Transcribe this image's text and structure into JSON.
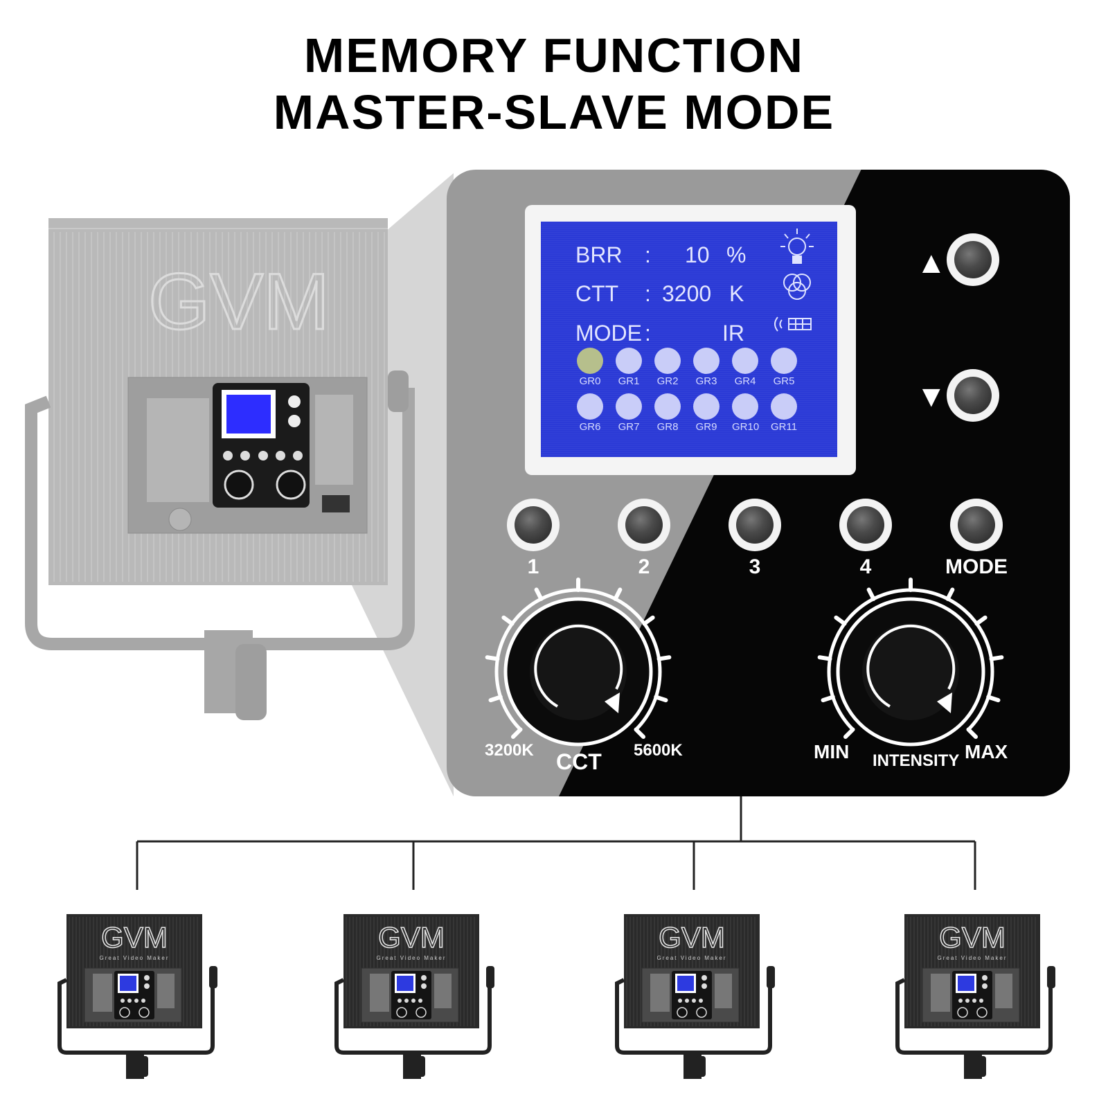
{
  "heading": {
    "line1": "MEMORY FUNCTION",
    "line2": "MASTER-SLAVE MODE"
  },
  "brand": {
    "logo": "GVM",
    "tagline": "Great Video Maker"
  },
  "lcd": {
    "brr_label": "BRR",
    "brr_sep": ":",
    "brr_value": "10",
    "brr_unit": "%",
    "ctt_label": "CTT",
    "ctt_sep": ":",
    "ctt_value": "3200",
    "ctt_unit": "K",
    "mode_label": "MODE",
    "mode_sep": ":",
    "mode_value": "IR",
    "groups": [
      "GR0",
      "GR1",
      "GR2",
      "GR3",
      "GR4",
      "GR5",
      "GR6",
      "GR7",
      "GR8",
      "GR9",
      "GR10",
      "GR11"
    ],
    "active_group": "GR0",
    "icons": [
      "bulb-icon",
      "color-wheel-icon",
      "wireless-remote-icon"
    ]
  },
  "buttons": {
    "up_icon": "▲",
    "down_icon": "▼",
    "preset_labels": [
      "1",
      "2",
      "3",
      "4"
    ],
    "mode_label": "MODE"
  },
  "knobs": {
    "cct": {
      "label": "CCT",
      "min": "3200K",
      "max": "5600K"
    },
    "intensity": {
      "label": "INTENSITY",
      "min": "MIN",
      "max": "MAX"
    }
  },
  "slaves": [
    {
      "logo": "GVM",
      "tagline": "Great Video Maker"
    },
    {
      "logo": "GVM",
      "tagline": "Great Video Maker"
    },
    {
      "logo": "GVM",
      "tagline": "Great Video Maker"
    },
    {
      "logo": "GVM",
      "tagline": "Great Video Maker"
    }
  ],
  "colors": {
    "lcd": "#2b3ad6",
    "panel_dark": "#060606",
    "panel_light": "#9a9a9a",
    "active_group": "#b6bf8c"
  }
}
